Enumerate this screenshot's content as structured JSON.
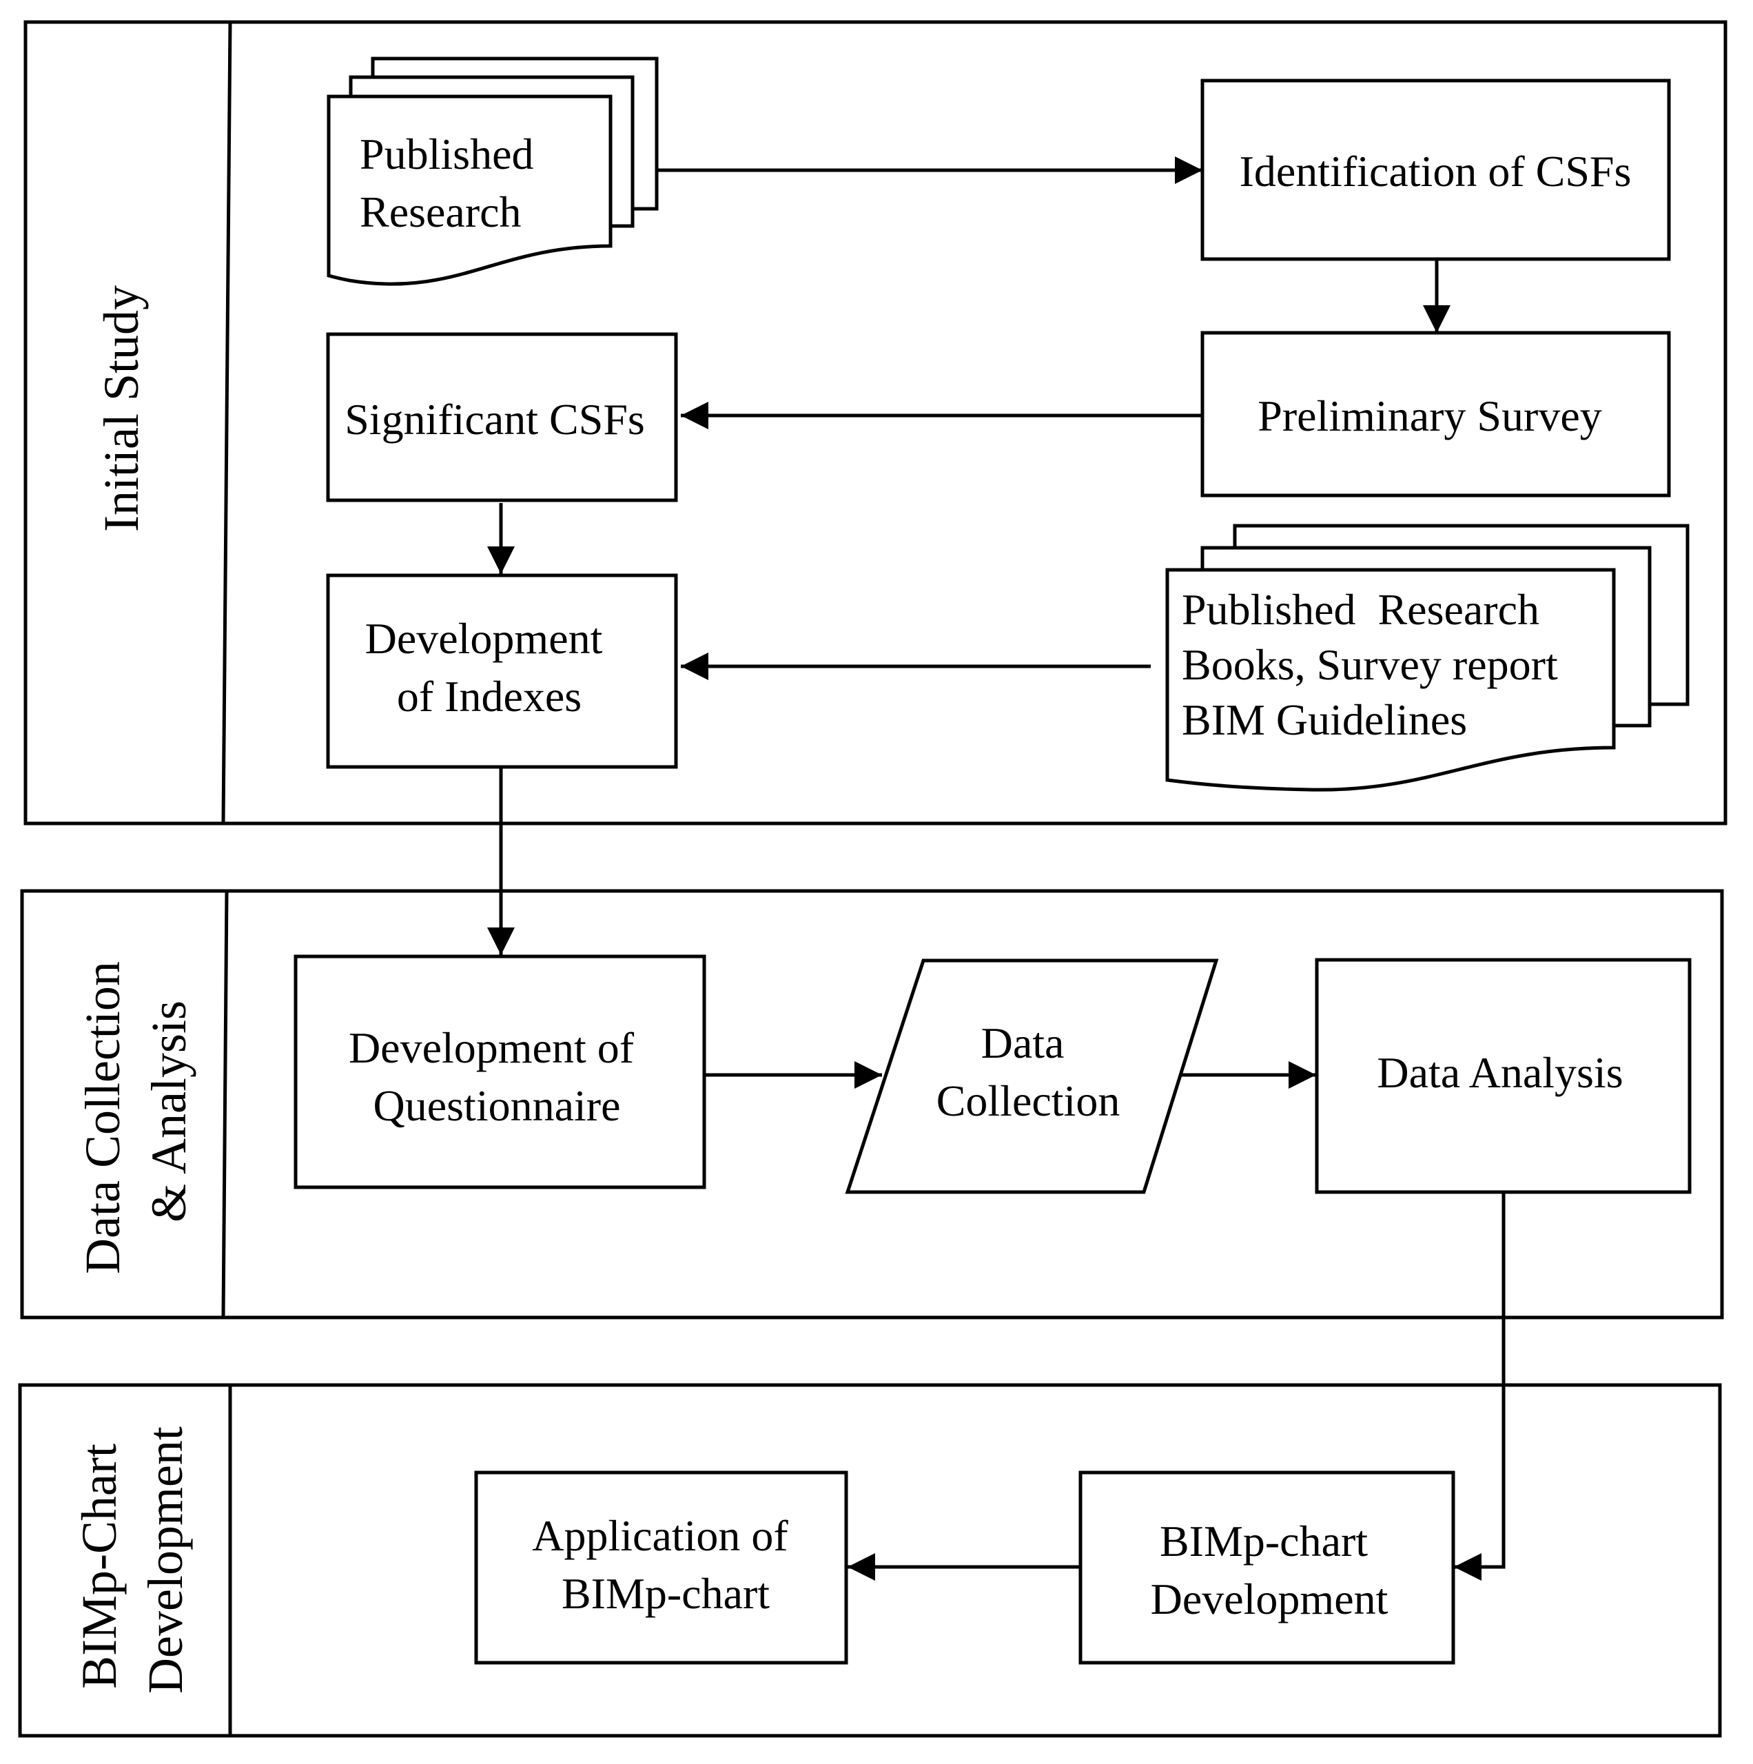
{
  "lanes": {
    "initial_study": "Initial Study",
    "data_collection": [
      "Data Collection",
      "& Analysis"
    ],
    "bimp_chart": [
      "BIMp-Chart",
      "Development"
    ]
  },
  "nodes": {
    "published_research_top": [
      "Published",
      "Research"
    ],
    "identification_csfs": "Identification of CSFs",
    "preliminary_survey": "Preliminary Survey",
    "significant_csfs": "Significant CSFs",
    "development_indexes": [
      "Development",
      "of Indexes"
    ],
    "published_sources": [
      "Published  Research",
      "Books, Survey report",
      "BIM Guidelines"
    ],
    "development_questionnaire": [
      "Development of",
      "Questionnaire"
    ],
    "data_collection": [
      "Data",
      "Collection"
    ],
    "data_analysis": "Data Analysis",
    "bimp_chart_development": [
      "BIMp-chart",
      "Development"
    ],
    "application_bimp_chart": [
      "Application of",
      "BIMp-chart"
    ]
  }
}
